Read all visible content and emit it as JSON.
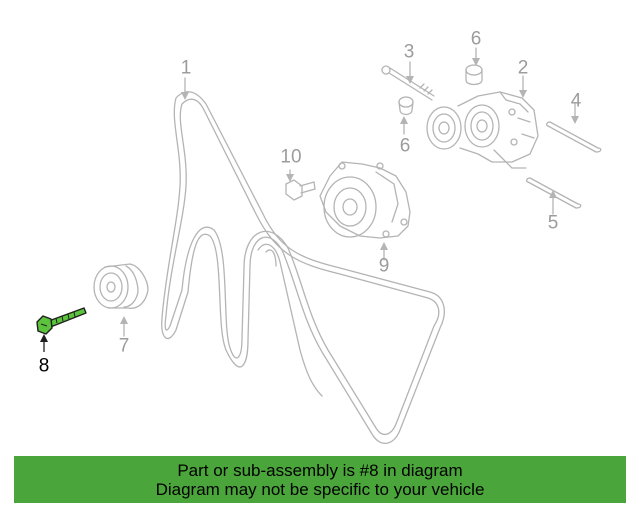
{
  "callouts": [
    {
      "id": "1",
      "label": "1"
    },
    {
      "id": "2",
      "label": "2"
    },
    {
      "id": "3",
      "label": "3"
    },
    {
      "id": "4",
      "label": "4"
    },
    {
      "id": "5",
      "label": "5"
    },
    {
      "id": "6a",
      "label": "6"
    },
    {
      "id": "6b",
      "label": "6"
    },
    {
      "id": "7",
      "label": "7"
    },
    {
      "id": "8",
      "label": "8"
    },
    {
      "id": "9",
      "label": "9"
    },
    {
      "id": "10",
      "label": "10"
    }
  ],
  "banner": {
    "line1": "Part or sub-assembly is #8 in diagram",
    "line2": "Diagram may not be specific to your vehicle"
  },
  "colors": {
    "highlight_part": "#5cc43c",
    "banner_bg": "#4aa63a",
    "line_art": "#b4b4b4",
    "callout_text": "#9c9c9c"
  }
}
